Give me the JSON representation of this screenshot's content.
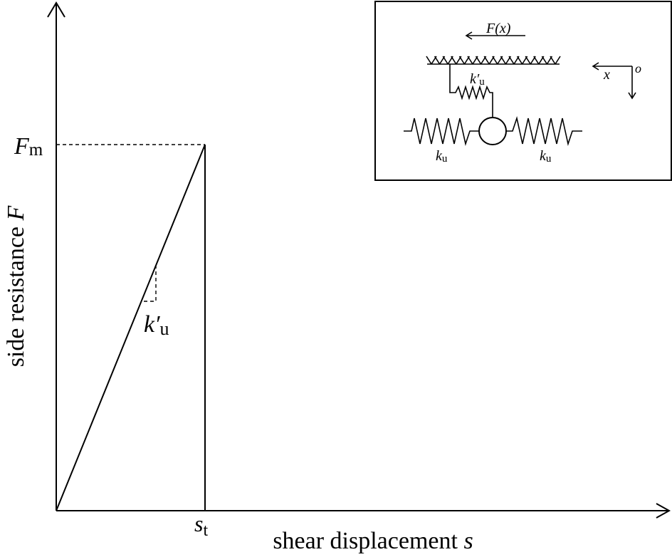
{
  "chart_data": {
    "type": "line",
    "xlabel": "shear displacement s",
    "xlabel_parts": {
      "text": "shear displacement ",
      "var": "s"
    },
    "ylabel": "side resistance F",
    "ylabel_parts": {
      "text": "side resistance ",
      "var": "F"
    },
    "x_tick_labels": [
      "s_t"
    ],
    "x_tick": {
      "var": "s",
      "sub": "t"
    },
    "y_tick_labels": [
      "F_m"
    ],
    "y_tick": {
      "var": "F",
      "sub": "m"
    },
    "slope_label": {
      "var": "k′",
      "sub": "u"
    },
    "series": [
      {
        "x": [
          "0",
          "s_t",
          "s_t"
        ],
        "y": [
          "0",
          "F_m",
          "0"
        ]
      }
    ]
  },
  "inset": {
    "force": "F(x)",
    "upper_spring": {
      "var": "k′",
      "sub": "u"
    },
    "left_spring": {
      "var": "k",
      "sub": "u"
    },
    "right_spring": {
      "var": "k",
      "sub": "u"
    },
    "axis_x": "x",
    "origin": "o"
  }
}
